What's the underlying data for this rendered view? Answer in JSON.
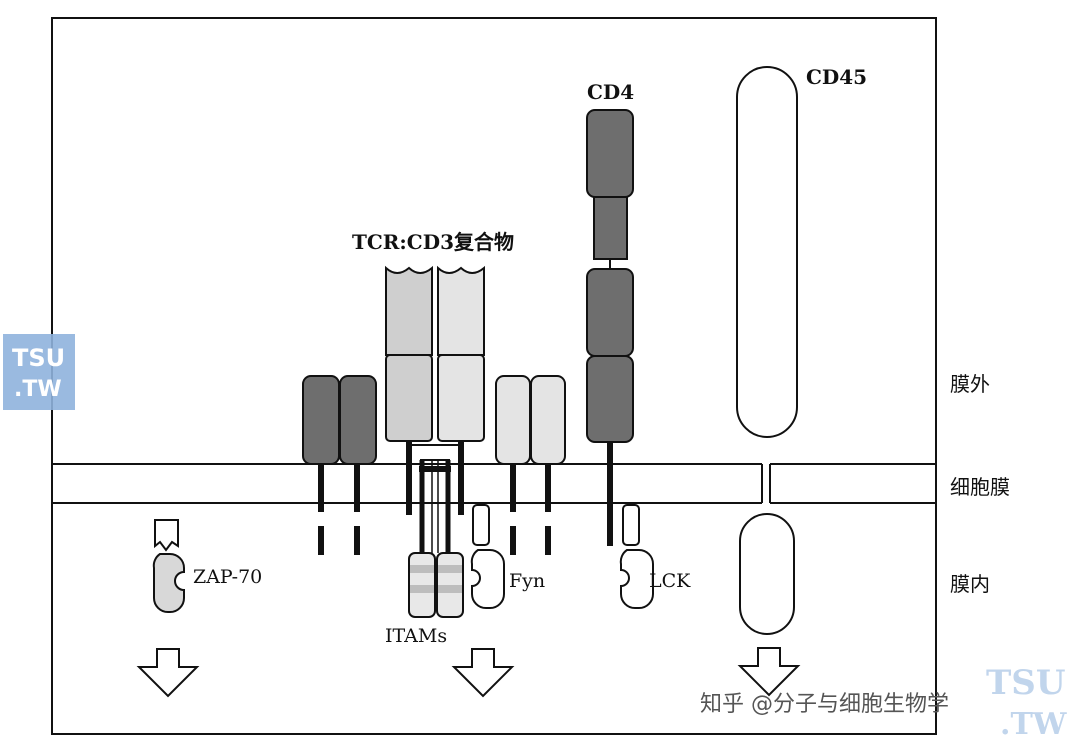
{
  "labels": {
    "tcr_cd3": "TCR:CD3复合物",
    "cd4": "CD4",
    "cd45": "CD45",
    "zap70": "ZAP-70",
    "itams": "ITAMs",
    "fyn": "Fyn",
    "lck": "LCK"
  },
  "side_labels": {
    "extracellular": "膜外",
    "membrane": "细胞膜",
    "intracellular": "膜内"
  },
  "watermark": {
    "text": "知乎 @分子与细胞生物学",
    "logo_line1": "TSU",
    "logo_line2": ".TW"
  },
  "colors": {
    "dark_gray": "#6e6e6e",
    "mid_gray": "#9a9a9a",
    "light_gray": "#cfcfcf",
    "lighter_gray": "#e4e4e4",
    "logo_blue": "#8fb3dd"
  }
}
